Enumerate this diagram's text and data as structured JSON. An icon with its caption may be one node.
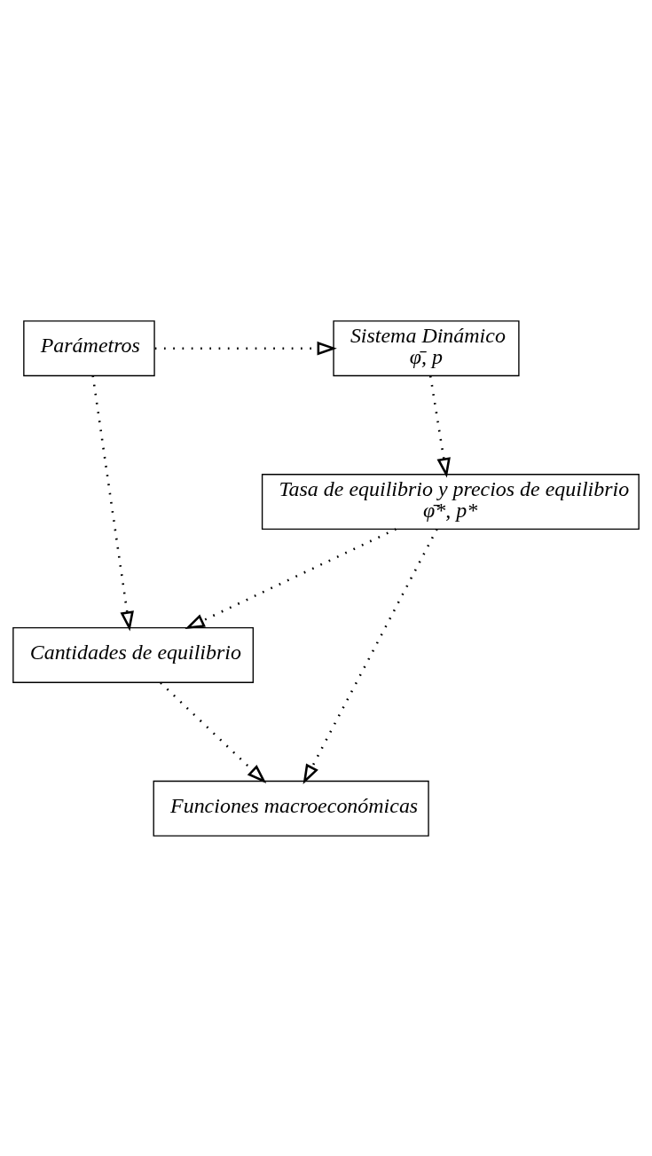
{
  "diagram": {
    "nodes": [
      {
        "text": [
          "Parámetros"
        ]
      },
      {
        "text": [
          "Sistema Dinámico",
          "φ̄, p"
        ]
      },
      {
        "text": [
          "Tasa de equilibrio y precios de equilibrio",
          "φ̄*, p*"
        ]
      },
      {
        "text": [
          "Cantidades de equilibrio"
        ]
      },
      {
        "text": [
          "Funciones macroeconómicas"
        ]
      }
    ],
    "edges": [
      {
        "from": 0,
        "to": 1,
        "arrow": "to"
      },
      {
        "from": 1,
        "to": 2,
        "arrow": "to"
      },
      {
        "from": 0,
        "to": 3,
        "arrow": "to"
      },
      {
        "from": 2,
        "to": 3,
        "arrow": "to"
      },
      {
        "from": 2,
        "to": 4,
        "arrow": "to"
      },
      {
        "from": 3,
        "to": 4,
        "arrow": "to"
      }
    ]
  }
}
